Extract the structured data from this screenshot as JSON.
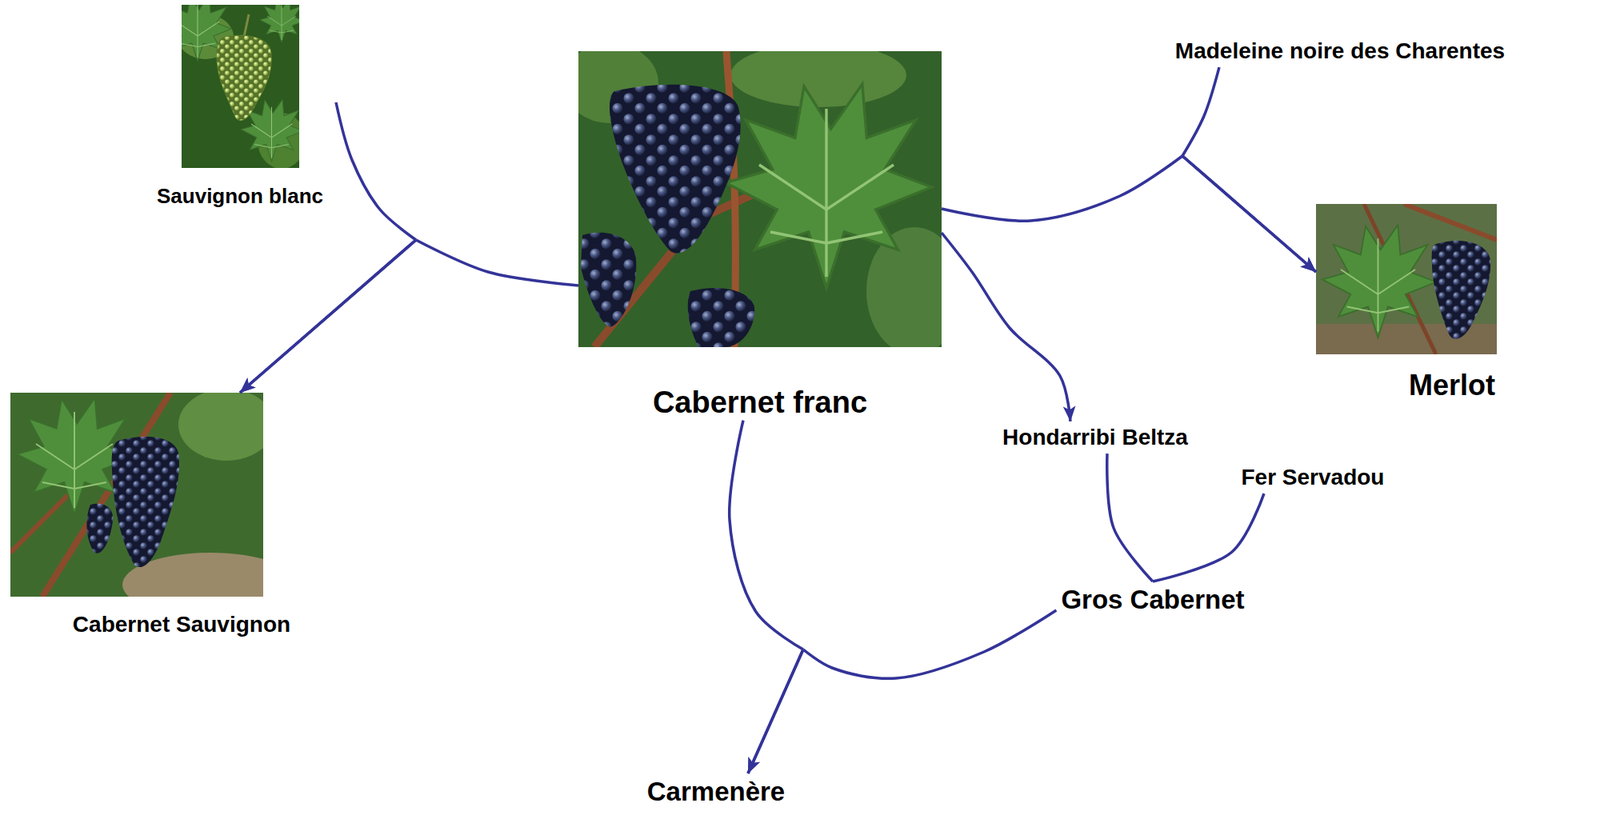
{
  "diagram": {
    "nodes": [
      {
        "text": [
          "Sauvignon blanc"
        ]
      },
      {
        "text": [
          "Cabernet franc"
        ]
      },
      {
        "text": [
          "Madeleine noire des Charentes"
        ]
      },
      {
        "text": [
          "Merlot"
        ]
      },
      {
        "text": [
          "Cabernet Sauvignon"
        ]
      },
      {
        "text": [
          "Hondarribi Beltza"
        ]
      },
      {
        "text": [
          "Fer Servadou"
        ]
      },
      {
        "text": [
          "Gros Cabernet"
        ]
      },
      {
        "text": [
          "Carmenère"
        ]
      }
    ],
    "edges": [
      {
        "from": 0,
        "to": 4,
        "arrow": "to"
      },
      {
        "from": 1,
        "to": 4,
        "arrow": "to"
      },
      {
        "from": 1,
        "to": 3,
        "arrow": "to"
      },
      {
        "from": 2,
        "to": 3,
        "arrow": "to"
      },
      {
        "from": 1,
        "to": 5,
        "arrow": "to"
      },
      {
        "from": 5,
        "to": 7,
        "arrow": "none"
      },
      {
        "from": 6,
        "to": 7,
        "arrow": "none"
      },
      {
        "from": 1,
        "to": 8,
        "arrow": "to"
      },
      {
        "from": 7,
        "to": 8,
        "arrow": "to"
      }
    ]
  }
}
